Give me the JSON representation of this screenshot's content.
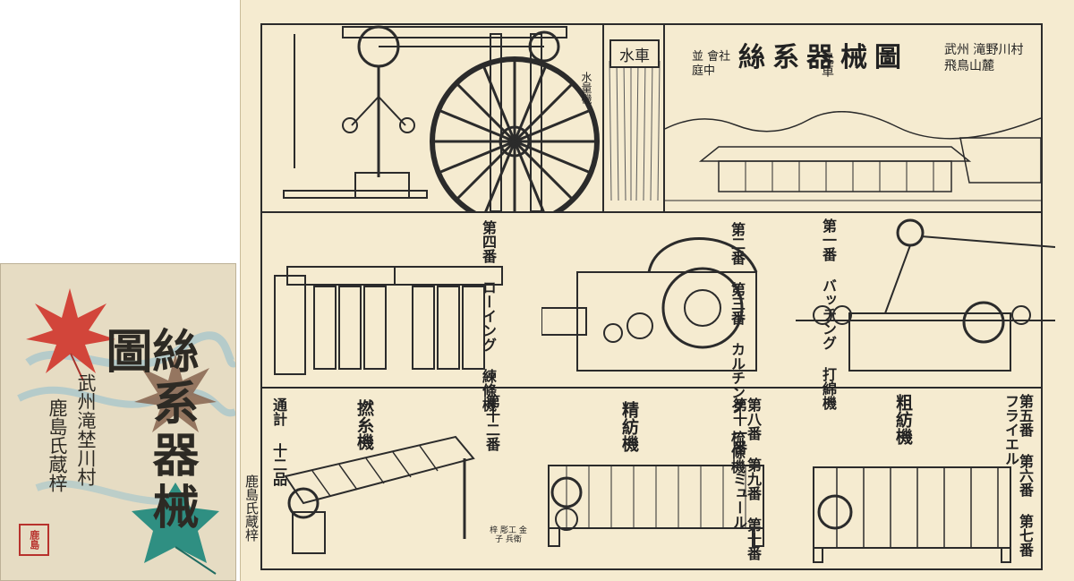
{
  "cover": {
    "title": "絲系器械圖",
    "place": "武州滝埜川村",
    "publisher": "鹿島氏蔵梓",
    "seal": "鹿島"
  },
  "print": {
    "title": "絲系器械圖",
    "place": "武州 滝野川村 飛鳥山麓",
    "company": "並 會社 庭中",
    "waterwheel": "水車",
    "source_wheel": "元車",
    "governor": "水量機",
    "side_publisher": "鹿島氏蔵梓",
    "stamp": "梓 彫工 金子 兵衛",
    "machines": {
      "no1": "第一番 バッチング 打綿機",
      "no2_3": "第二番 第三番 カルチング 梳條機",
      "no4": "第四番 ローイング 練條機",
      "no5_7": "第五番 第六番 第七番 フライエル",
      "no5_7_name": "粗紡機",
      "no8_11": "第八番 第九番 第十番 第十一番 ミュール",
      "no8_11_name": "精紡機",
      "no12": "第十二番",
      "no12_name": "撚糸機",
      "total": "通計 十二品"
    }
  }
}
